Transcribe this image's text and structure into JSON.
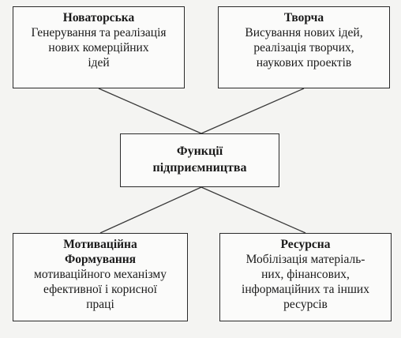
{
  "diagram": {
    "center": {
      "line1": "Функції",
      "line2": "підприємництва"
    },
    "innovative": {
      "title": "Новаторська",
      "desc_lines": [
        "Генерування та реалізація",
        "нових комерційних",
        "ідей"
      ]
    },
    "creative": {
      "title": "Творча",
      "desc_lines": [
        "Висування нових ідей,",
        "реалізація творчих,",
        "наукових проектів"
      ]
    },
    "motivation": {
      "title_lines": [
        "Мотиваційна",
        "Формування"
      ],
      "desc_lines": [
        "мотиваційного механізму",
        "ефективної і корисної",
        "праці"
      ]
    },
    "resource": {
      "title": "Ресурсна",
      "desc_lines": [
        "Мобілізація матеріаль-",
        "них, фінансових,",
        "інформаційних та інших",
        "ресурсів"
      ]
    }
  }
}
